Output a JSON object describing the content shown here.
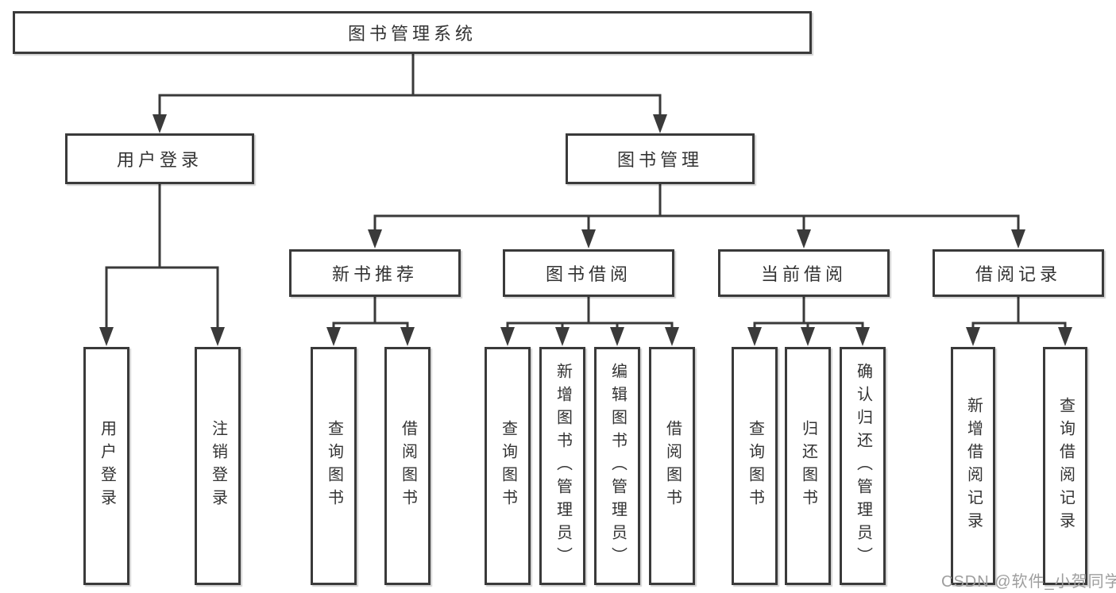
{
  "tree": {
    "root": "图书管理系统",
    "branches": [
      {
        "label": "用户登录",
        "children": [
          "用户登录",
          "注销登录"
        ]
      },
      {
        "label": "图书管理",
        "sections": [
          {
            "label": "新书推荐",
            "children": [
              "查询图书",
              "借阅图书"
            ]
          },
          {
            "label": "图书借阅",
            "children": [
              "查询图书",
              "新增图书（管理员）",
              "编辑图书（管理员）",
              "借阅图书"
            ]
          },
          {
            "label": "当前借阅",
            "children": [
              "查询图书",
              "归还图书",
              "确认归还（管理员）"
            ]
          },
          {
            "label": "借阅记录",
            "children": [
              "新增借阅记录",
              "查询借阅记录"
            ]
          }
        ]
      }
    ]
  },
  "watermark": "CSDN @软件_小贺同学",
  "colors": {
    "line": "#3a3a3a",
    "text": "#333333",
    "background": "#ffffff",
    "watermark": "#9e9e9e"
  }
}
